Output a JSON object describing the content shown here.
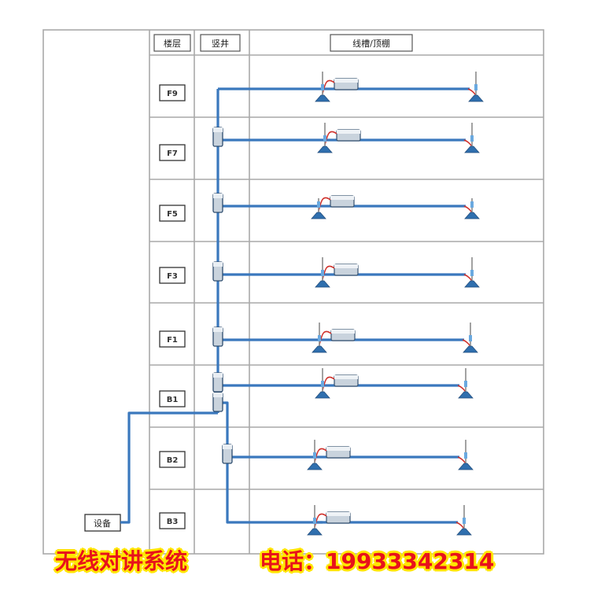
{
  "headers": {
    "floor": "楼层",
    "shaft": "竖井",
    "tray": "线槽/顶棚"
  },
  "floors": [
    "F9",
    "F7",
    "F5",
    "F3",
    "F1",
    "B1",
    "B2",
    "B3"
  ],
  "device_label": "设备",
  "banner": {
    "title": "无线对讲系统",
    "phone": "电话：19933342314"
  },
  "colors": {
    "cable": "#3a78bd",
    "antenna": "#2f6fae",
    "jumper": "#d0302a",
    "grid": "#a9a9a9",
    "banner_text": "#e8121b",
    "banner_outline": "#ffe600"
  }
}
